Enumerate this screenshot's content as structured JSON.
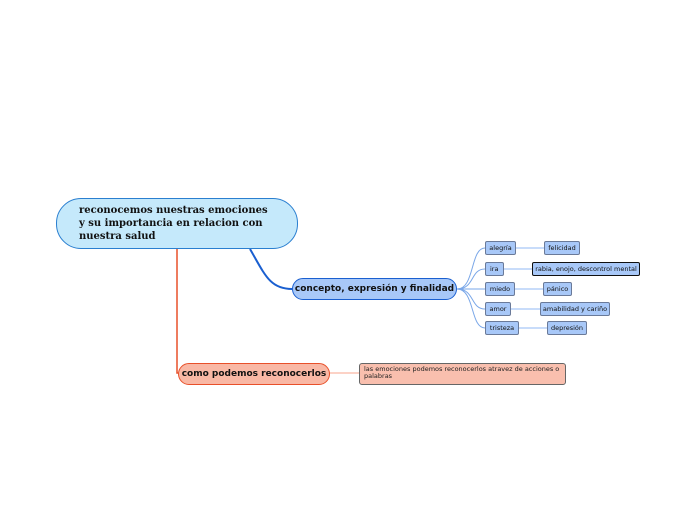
{
  "root": {
    "label": "reconocemos nuestras emociones y su importancia en relacion con nuestra salud"
  },
  "branches": [
    {
      "label": "concepto, expresión y finalidad",
      "children": [
        {
          "label": "alegría",
          "detail": "felicidad"
        },
        {
          "label": "ira",
          "detail": "rabia, enojo, descontrol mental"
        },
        {
          "label": "miedo",
          "detail": "pánico"
        },
        {
          "label": "amor",
          "detail": "amabilidad y cariño"
        },
        {
          "label": "tristeza",
          "detail": "depresión"
        }
      ]
    },
    {
      "label": "como podemos reconocerlos",
      "note": "las emociones podemos reconocerlos atravez de acciones o palabras"
    }
  ],
  "colors": {
    "blue": "#1a5fd0",
    "red": "#e8502a",
    "root_fill": "#c5e9fb",
    "blue_fill": "#a8c8f8",
    "red_fill": "#f9b8a5"
  }
}
